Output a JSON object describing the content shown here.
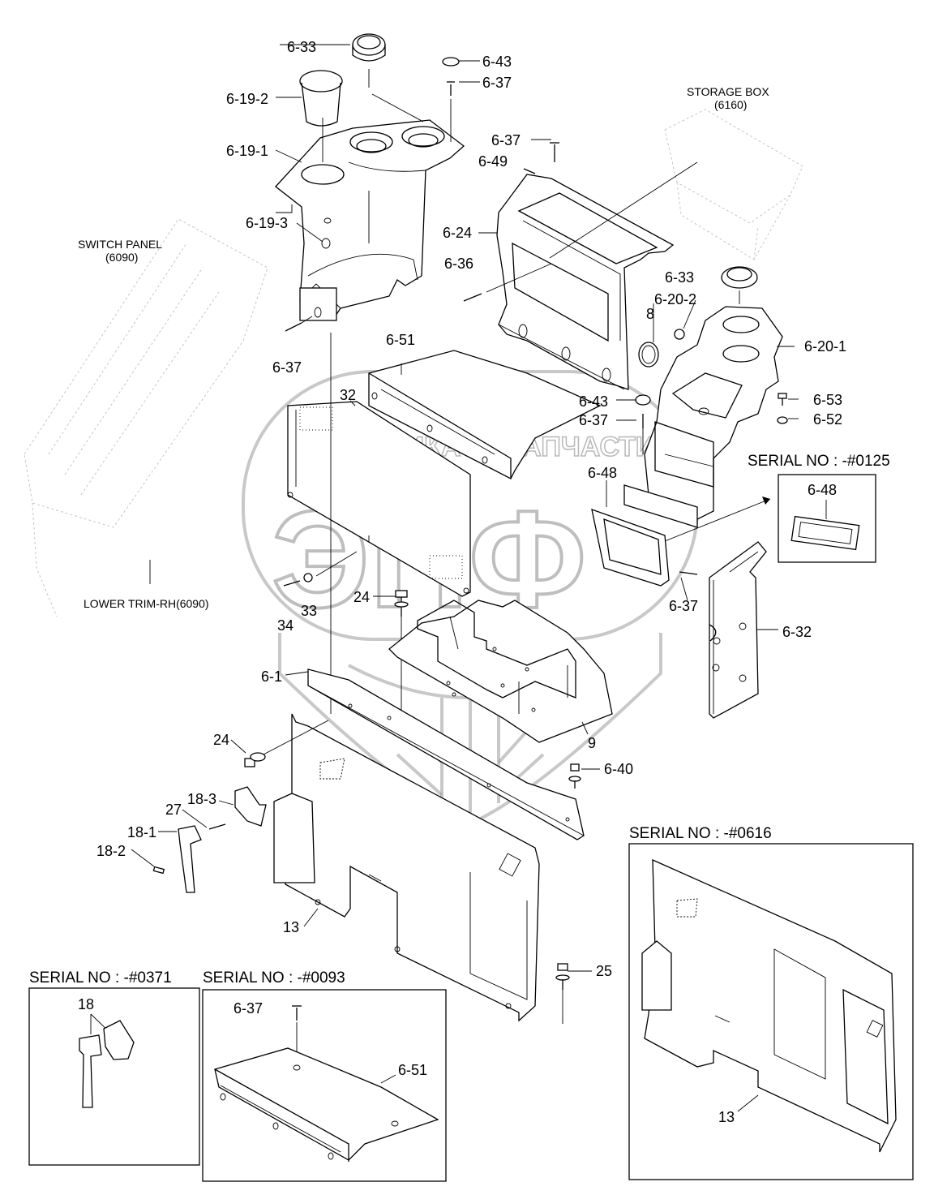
{
  "parts": {
    "p_6_33a": "6-33",
    "p_6_43a": "6-43",
    "p_6_37a": "6-37",
    "p_6_19_2": "6-19-2",
    "p_6_19_1": "6-19-1",
    "p_6_19_3": "6-19-3",
    "p_6_37b": "6-37",
    "p_6_49": "6-49",
    "p_6_24": "6-24",
    "p_6_36": "6-36",
    "p_6_33b": "6-33",
    "p_6_20_2": "6-20-2",
    "p_8": "8",
    "p_6_20_1": "6-20-1",
    "p_6_37c": "6-37",
    "p_6_51": "6-51",
    "p_32": "32",
    "p_6_43b": "6-43",
    "p_6_37d": "6-37",
    "p_6_53": "6-53",
    "p_6_52": "6-52",
    "p_6_48": "6-48",
    "p_6_48s": "6-48",
    "p_24a": "24",
    "p_33": "33",
    "p_34": "34",
    "p_6_37e": "6-37",
    "p_6_32": "6-32",
    "p_6_1": "6-1",
    "p_9": "9",
    "p_24b": "24",
    "p_6_40": "6-40",
    "p_18_3": "18-3",
    "p_27": "27",
    "p_18_1": "18-1",
    "p_18_2": "18-2",
    "p_13a": "13",
    "p_25": "25",
    "p_18": "18",
    "p_6_37f": "6-37",
    "p_6_51s": "6-51",
    "p_13b": "13"
  },
  "sections": {
    "storage_box": "STORAGE BOX",
    "storage_box_code": "(6160)",
    "switch_panel": "SWITCH PANEL",
    "switch_panel_code": "(6090)",
    "lower_trim": "LOWER TRIM-RH(6090)"
  },
  "serials": {
    "s0125": "SERIAL NO : -#0125",
    "s0616": "SERIAL NO : -#0616",
    "s0371": "SERIAL NO : -#0371",
    "s0093": "SERIAL NO : -#0093"
  },
  "watermark": {
    "left": "ТЕХНИКА",
    "right": "ЗАПЧАСТИ",
    "logo": "ЭПФ"
  }
}
